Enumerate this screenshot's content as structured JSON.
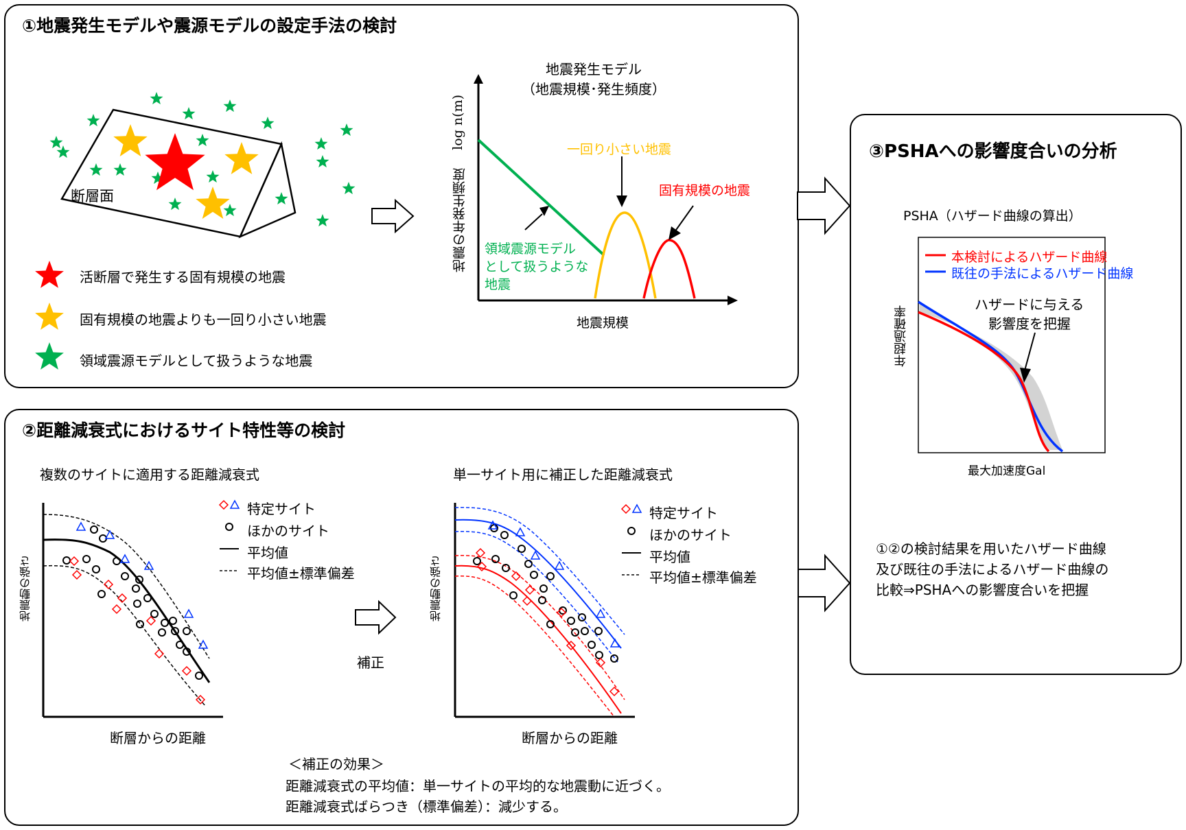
{
  "panel1": {
    "title": "①地震発生モデルや震源モデルの設定手法の検討",
    "fault_label": "断層面",
    "legend": [
      {
        "text": "活断層で発生する固有規模の地震",
        "color": "#ff0000"
      },
      {
        "text": "固有規模の地震よりも一回り小さい地震",
        "color": "#ffc000"
      },
      {
        "text": "領域震源モデルとして扱うような地震",
        "color": "#00b050"
      }
    ],
    "chart_title_line1": "地震発生モデル",
    "chart_title_line2": "（地震規模･発生頻度）",
    "y_axis_label": "地震の年発生頻度",
    "y_axis_formula": "log n(m)",
    "x_axis_label": "地震規模",
    "green_label_line1": "領域震源モデル",
    "green_label_line2": "として扱うような",
    "green_label_line3": "地震",
    "orange_label": "一回り小さい地震",
    "red_label": "固有規模の地震"
  },
  "panel2": {
    "title": "②距離減衰式におけるサイト特性等の検討",
    "left_subtitle": "複数のサイトに適用する距離減衰式",
    "right_subtitle": "単一サイト用に補正した距離減衰式",
    "y_axis_label": "地震動の強さ",
    "x_axis_label": "断層からの距離",
    "legend_specific": "特定サイト",
    "legend_other": "ほかのサイト",
    "legend_mean": "平均値",
    "legend_sd": "平均値±標準偏差",
    "correction_label": "補正",
    "effect_title": "＜補正の効果＞",
    "effect_line1": "距離減衰式の平均値：単一サイトの平均的な地震動に近づく。",
    "effect_line2": "距離減衰式ばらつき（標準偏差）：減少する。"
  },
  "panel3": {
    "title": "③PSHAへの影響度合いの分析",
    "psha_subtitle": "PSHA（ハザード曲線の算出）",
    "legend_red": "本検討によるハザード曲線",
    "legend_blue": "既往の手法によるハザード曲線",
    "annotation_line1": "ハザードに与える",
    "annotation_line2": "影響度を把握",
    "y_axis_label": "年超過確率",
    "x_axis_label": "最大加速度Gal",
    "summary_line1": "①②の検討結果を用いたハザード曲線",
    "summary_line2": "及び既往の手法によるハザード曲線の",
    "summary_line3": "比較⇒PSHAへの影響度合いを把握"
  },
  "colors": {
    "red": "#ff0000",
    "orange": "#ffc000",
    "green": "#00b050",
    "blue": "#0033ff"
  }
}
